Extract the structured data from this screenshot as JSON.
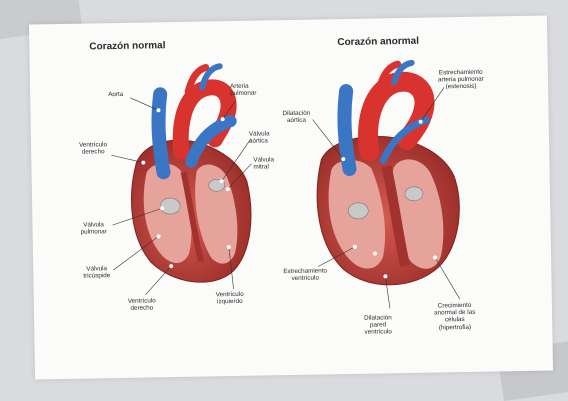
{
  "colors": {
    "myocardium": "#c8463e",
    "myocardium_dark": "#8f2a28",
    "chamber": "#e6a39b",
    "artery_red": "#d8332f",
    "vein_blue": "#3a76c4",
    "valve": "#c9c9c9",
    "card": "#fbfbfa",
    "backdrop": "#d9dbdf"
  },
  "panels": {
    "normal": {
      "title": "Corazón normal",
      "labels": {
        "aorta": "Aorta",
        "pulmonary_artery": "Arteria\npulmonar",
        "right_ventricle_top": "Ventrículo\nderecho",
        "aortic_valve": "Válvula\naórtica",
        "mitral_valve": "Válvula\nmitral",
        "pulmonary_valve": "Válvula\npulmonar",
        "tricuspid_valve": "Válvula\ntricúspide",
        "right_ventricle_bottom": "Ventrículo\nderecho",
        "left_ventricle": "Ventrículo\nizquierdo"
      }
    },
    "abnormal": {
      "title": "Corazón anormal",
      "labels": {
        "pulmonary_stenosis": "Estrechamiento\narteria pulmonar\n(estenosis)",
        "aortic_dilation": "Dilatación\naórtica",
        "ventricular_narrowing": "Estrechamiento\nventrículo",
        "wall_dilation": "Dilatación\npared\nventrículo",
        "hypertrophy": "Crecimiento\nanormal de las\ncélulas\n(hipertrofia)"
      }
    }
  }
}
